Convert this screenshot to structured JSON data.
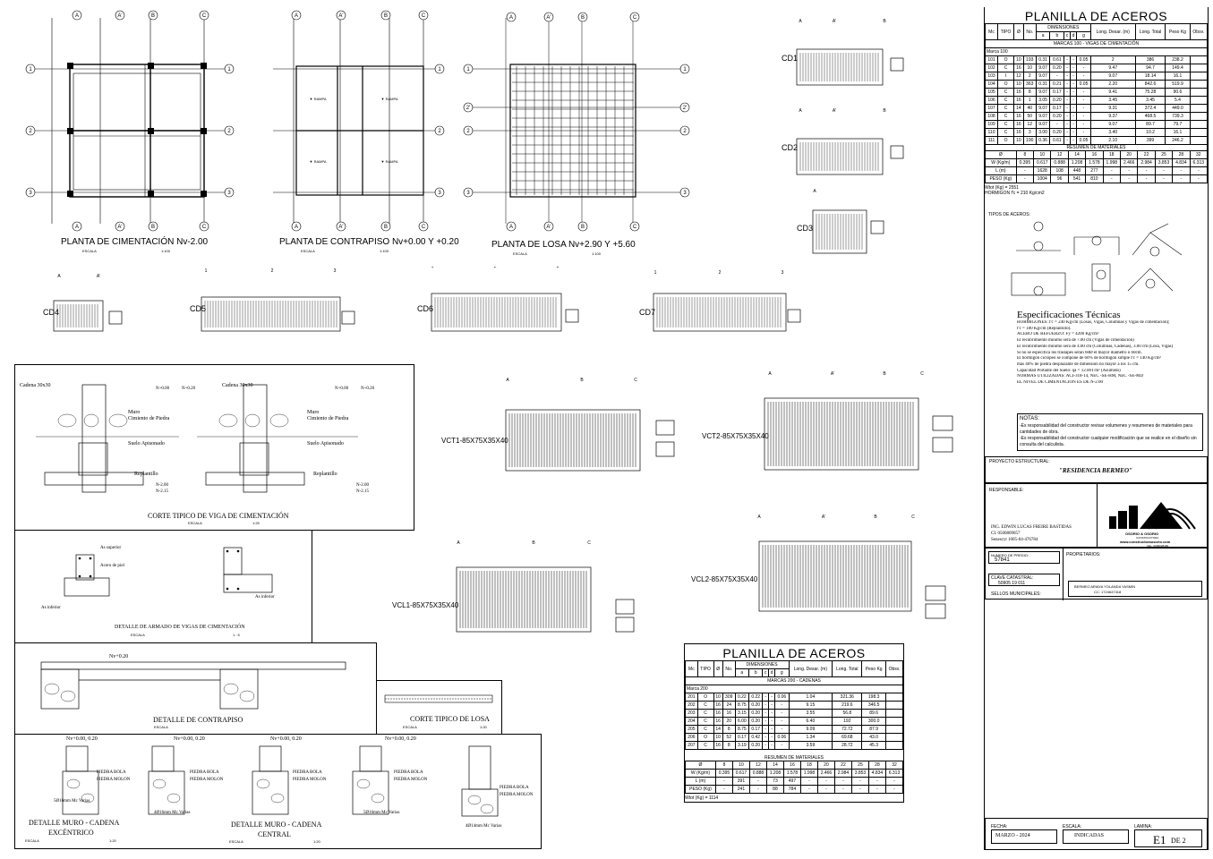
{
  "drawing_titles": {
    "plan_cimentacion": "PLANTA DE CIMENTACIÓN Nv-2.00",
    "plan_contrapiso": "PLANTA DE CONTRAPISO Nv+0.00 Y +0.20",
    "plan_losa": "PLANTA DE LOSA Nv+2.90 Y +5.60",
    "escala_label": "ESCALA",
    "escala_plan": "1:100",
    "corte_viga": "CORTE TIPICO DE VIGA DE CIMENTACIÓN",
    "escala_corte": "1:25",
    "detalle_armado": "DETALLE DE ARMADO DE VIGAS DE CIMENTACIÓN",
    "escala_armado": "1 : 5",
    "detalle_contrapiso": "DETALLE DE CONTRAPISO",
    "corte_losa": "CORTE TIPICO DE LOSA",
    "escala_losa": "1:20",
    "muro_excentrico_1": "DETALLE MURO - CADENA",
    "muro_excentrico_2": "EXCÉNTRICO",
    "muro_central_1": "DETALLE MURO - CADENA",
    "muro_central_2": "CENTRAL",
    "escala_muro": "1:20"
  },
  "grid_labels": {
    "cols": [
      "A",
      "A'",
      "B",
      "C"
    ],
    "rows": [
      "1",
      "2'",
      "2",
      "3"
    ]
  },
  "beam_labels": [
    "CD1",
    "CD2",
    "CD3",
    "CD4",
    "CD5",
    "CD6",
    "CD7",
    "VCT1-85X75X35X40",
    "VCT2-85X75X35X40",
    "VCL1-85X75X35X40",
    "VCL2-85X75X35X40"
  ],
  "section_labels": {
    "cadena": "Cadena 30x30",
    "muro": "Muro",
    "cimiento": "Cimiento de Piedra",
    "suelo": "Suelo Apisonado",
    "replantillo": "Replantillo",
    "n000": "N+0.00",
    "n020": "N+0.20",
    "n200": "N-2.00",
    "n215": "N-2.15",
    "nv000": "Nv+0.00, 0.20",
    "nv020": "Nv+0.20",
    "piedra_bola": "PIEDRA BOLA",
    "piedra_molon": "PIEDRA MOLON",
    "varias_1": "5Ø16mm Mc Varias",
    "varias_2": "4Ø16mm Mc Varias",
    "varias_3": "5Ø16mm Mc Varias",
    "varias_4": "4Ø14mm Mc Varias",
    "as_superior": "As superior",
    "as_inferior": "As inferior",
    "acero_piel": "Acero de piel"
  },
  "schedule1": {
    "title": "PLANILLA DE ACEROS",
    "headers": [
      "Mc",
      "TIPO",
      "Ø",
      "No.",
      "DIMENSIONES",
      "Long. Desar. (m)",
      "Long. Total",
      "Peso Kg",
      "Obsv."
    ],
    "dim_cols": [
      "a",
      "b",
      "c",
      "d",
      "g"
    ],
    "section": "MARCAS 100 - VIGAS DE CIMENTACIÓN",
    "marca_label": "Marca 100",
    "rows": [
      [
        "101",
        "O",
        "10",
        "193",
        "0.31",
        "0.61",
        "-",
        "-",
        "0.05",
        "2",
        "386",
        "238.2"
      ],
      [
        "102",
        "C",
        "16",
        "10",
        "9.07",
        "0.20",
        "-",
        "-",
        "-",
        "9.47",
        "94.7",
        "149.4"
      ],
      [
        "103",
        "I",
        "12",
        "2",
        "9.07",
        "-",
        "-",
        "-",
        "-",
        "9.07",
        "18.14",
        "16.1"
      ],
      [
        "104",
        "O",
        "10",
        "363",
        "0.31",
        "0.21",
        "-",
        "-",
        "0.05",
        "2.20",
        "842.6",
        "519.9"
      ],
      [
        "105",
        "C",
        "16",
        "8",
        "9.07",
        "0.17",
        "-",
        "-",
        "-",
        "9.41",
        "75.28",
        "90.6"
      ],
      [
        "106",
        "C",
        "16",
        "1",
        "3.05",
        "0.20",
        "-",
        "-",
        "-",
        "3.45",
        "3.45",
        "5.4"
      ],
      [
        "107",
        "C",
        "14",
        "40",
        "9.07",
        "0.17",
        "-",
        "-",
        "-",
        "9.31",
        "372.4",
        "449.0"
      ],
      [
        "108",
        "C",
        "16",
        "50",
        "9.07",
        "0.20",
        "-",
        "-",
        "-",
        "9.37",
        "468.5",
        "739.3"
      ],
      [
        "109",
        "C",
        "16",
        "12",
        "9.07",
        "-",
        "-",
        "-",
        "-",
        "9.07",
        "89.7",
        "79.7"
      ],
      [
        "110",
        "C",
        "16",
        "3",
        "3.00",
        "0.20",
        "-",
        "-",
        "-",
        "3.40",
        "10.2",
        "16.1"
      ],
      [
        "111",
        "O",
        "10",
        "190",
        "0.36",
        "0.61",
        "-",
        "-",
        "0.05",
        "2.10",
        "399",
        "246.2"
      ]
    ],
    "resumen_title": "RESUMEN DE MATERIALES",
    "resumen_headers": [
      "Ø",
      "8",
      "10",
      "12",
      "14",
      "16",
      "18",
      "20",
      "22",
      "25",
      "28",
      "32"
    ],
    "resumen_rows": [
      [
        "W (Kg/m)",
        "0.395",
        "0.617",
        "0.888",
        "1.208",
        "1.578",
        "1.998",
        "2.466",
        "2.984",
        "3.853",
        "4.834",
        "6.313"
      ],
      [
        "L (m)",
        "-",
        "1628",
        "108",
        "448",
        "277",
        "-",
        "-",
        "-",
        "-",
        "-",
        "-"
      ],
      [
        "PESO (Kg)",
        "-",
        "1004",
        "96",
        "541",
        "810",
        "-",
        "-",
        "-",
        "-",
        "-",
        "-"
      ]
    ],
    "wtot": "Wtot (Kg) =",
    "wtot_val": "2551",
    "hormigon": "HORMIGON f'c = 210 Kg/cm2"
  },
  "schedule2": {
    "title": "PLANILLA DE ACEROS",
    "section": "MARCAS 200 - CADENAS",
    "marca_label": "Marca 200",
    "rows": [
      [
        "201",
        "O",
        "10",
        "309",
        "0.22",
        "0.22",
        "-",
        "-",
        "0.06",
        "1.04",
        "321.36",
        "198.3"
      ],
      [
        "202",
        "C",
        "16",
        "24",
        "8.75",
        "0.20",
        "-",
        "-",
        "-",
        "9.15",
        "219.6",
        "346.5"
      ],
      [
        "203",
        "C",
        "16",
        "16",
        "3.15",
        "0.20",
        "-",
        "-",
        "-",
        "3.55",
        "56.8",
        "89.6"
      ],
      [
        "204",
        "C",
        "16",
        "20",
        "6.00",
        "0.20",
        "-",
        "-",
        "-",
        "6.40",
        "192",
        "300.0"
      ],
      [
        "205",
        "C",
        "14",
        "8",
        "8.75",
        "0.17",
        "-",
        "-",
        "-",
        "9.09",
        "72.72",
        "87.9"
      ],
      [
        "206",
        "O",
        "10",
        "52",
        "0.17",
        "0.42",
        "-",
        "-",
        "0.06",
        "1.34",
        "69.68",
        "43.0"
      ],
      [
        "207",
        "C",
        "16",
        "8",
        "3.19",
        "0.20",
        "-",
        "-",
        "-",
        "3.59",
        "28.72",
        "45.3"
      ]
    ],
    "resumen_rows": [
      [
        "W (Kg/m)",
        "0.395",
        "0.617",
        "0.888",
        "1.208",
        "1.578",
        "1.998",
        "2.466",
        "2.984",
        "3.853",
        "4.834",
        "6.313"
      ],
      [
        "L (m)",
        "-",
        "391",
        "-",
        "73",
        "497",
        "-",
        "-",
        "-",
        "-",
        "-",
        "-"
      ],
      [
        "PESO (Kg)",
        "-",
        "241",
        "-",
        "88",
        "784",
        "-",
        "-",
        "-",
        "-",
        "-",
        "-"
      ]
    ],
    "wtot_val": "1114"
  },
  "tipos_title": "TIPOS DE ACEROS:",
  "specs": {
    "title": "Especificaciones Técnicas",
    "lines": [
      "HORMIGONES: f'c = 240 Kg/cm (Losas, Vigas, Columnas y Vigas de cimentación);",
      "f'c = 180 Kg/cm (Replantillo).",
      "ACERO DE REFUERZO: Fy = 4200 Kg/cm²",
      "El recubrimiento mínimo será de 7.00 cm (Vigas de cimentación)",
      "El recubrimiento mínimo será de 4.00 cm (Columnas, Cadenas), 3.00 cm (Losa, Vigas)",
      "Si no se especifica los traslapes serán 60Ø el mayor diámetro ó 60cm.",
      "El hormigón ciclópeo se compone de 60% de hormigón simple f'c = 140 Kg/cm²",
      "más 40% de piedra desplazante de dimensión no mayor a los 15 cm.",
      "Capacidad Portante del Suelo: qa = 12.00T/m² (Asumido)",
      "NORMAS UTILIZADAS: ACI-318-14, NEC -SE-HM, NEC -SE-MD",
      "EL NIVEL DE CIMENTACIÓN ES DE N-2.00"
    ]
  },
  "notas": {
    "title": "NOTAS:",
    "lines": [
      "-Es responsabilidad del constructor revisar volumenes y resumenes de materiales para cantidades de obra.",
      "-Es responsabilidad del constructor cualquier modificación que se realice en el diseño sin consulta del calculista."
    ]
  },
  "title_block": {
    "proyecto_label": "PROYECTO ESTRUCTURAL:",
    "proyecto": "\"RESIDENCIA BERMEO\"",
    "responsable_label": "RESPONSABLE:",
    "responsable": [
      "ING. EDWIN LUCAS FREIRE BASTIDAS",
      "CI. 0500809057",
      "Senescyt 1005-04-476784"
    ],
    "company": "OSORIO & OSORIO",
    "company_sub": "CONSTRUCTORA",
    "company_web": "www.constructoraosorio.com",
    "company_cel": "CEL: 0999928484",
    "predio_label": "NUMERO DE PREDIO:",
    "predio": "57841",
    "catastral_label": "CLAVE CATASTRAL:",
    "catastral": "50905 19 011",
    "propietario_label": "PROPIETARIOS:",
    "propietario": "BERMEO ARIAYA YOLANDA YASMIN",
    "propietario_ci": "CC:  1724647418",
    "sellos_label": "SELLOS MUNICIPALES:",
    "fecha_label": "FECHA:",
    "fecha": "MARZO - 2024",
    "escala_label": "ESCALA:",
    "escala": "INDICADAS",
    "lamina_label": "LAMINA:",
    "lamina": "E1",
    "lamina_de": "DE 2"
  }
}
